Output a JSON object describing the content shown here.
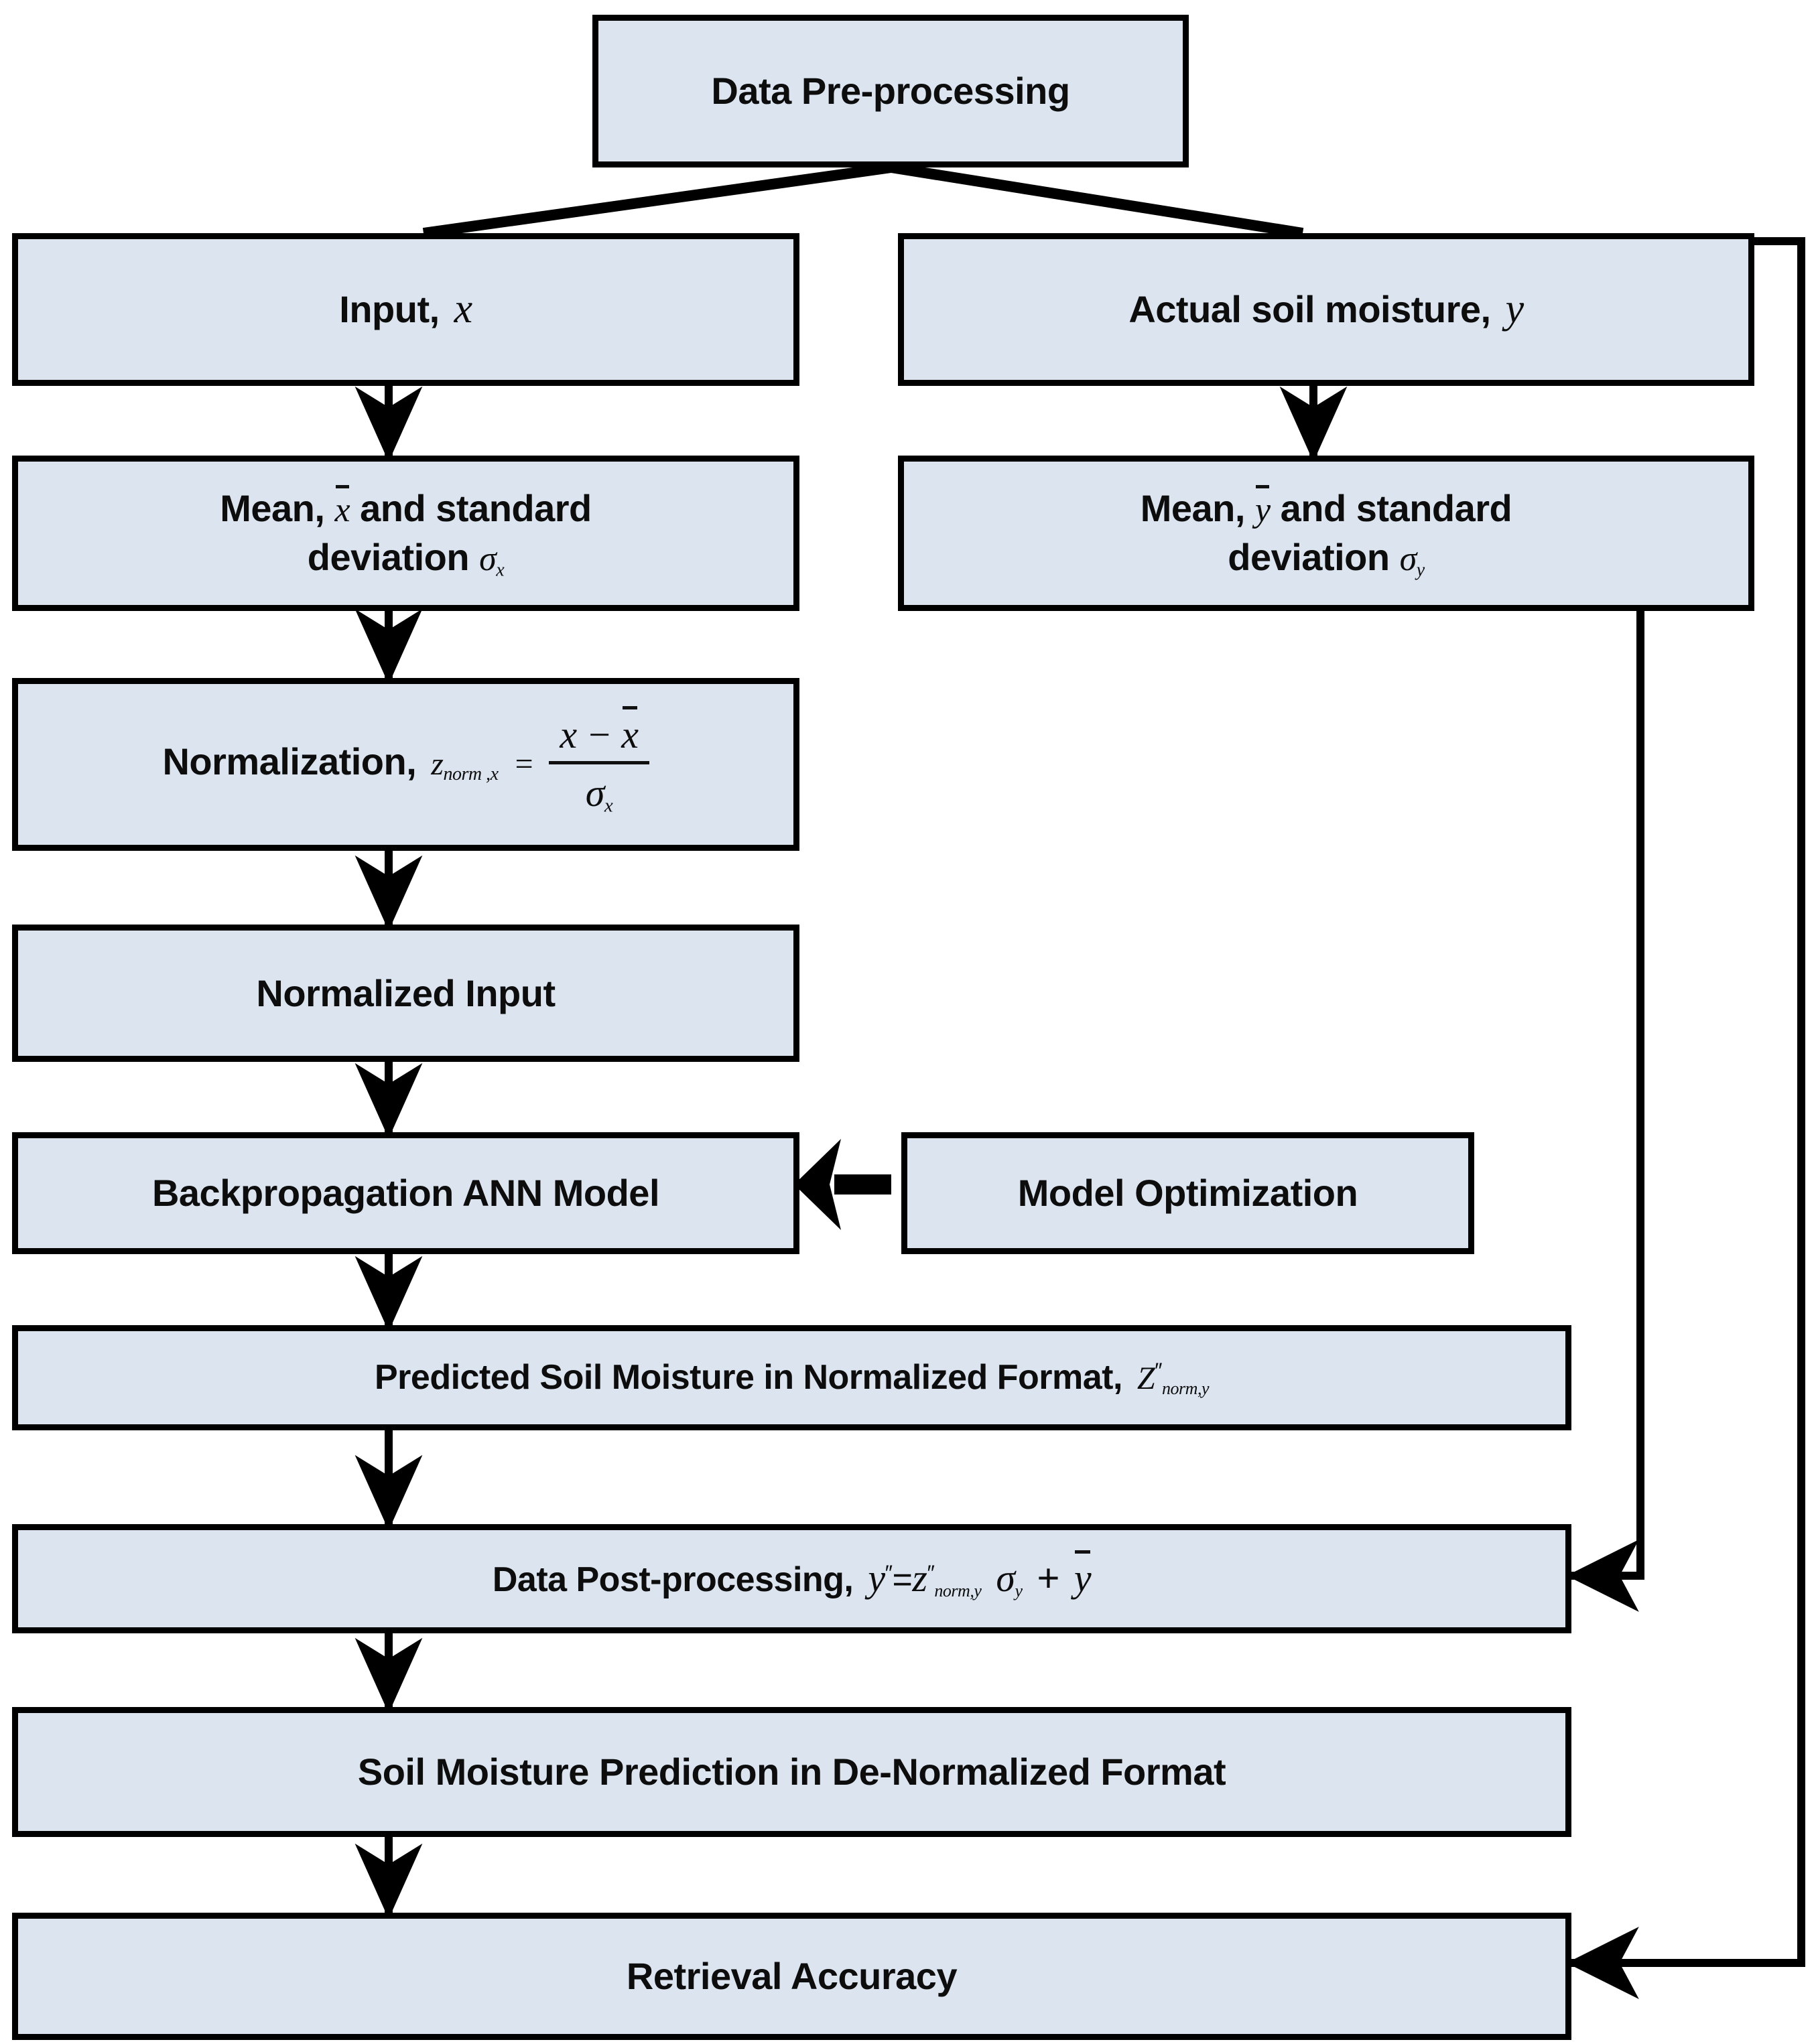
{
  "diagram": {
    "title": "ANN soil moisture retrieval flowchart",
    "palette": {
      "node_fill": "#dce4f0",
      "node_border": "#000000",
      "edge_color": "#000000",
      "text_color": "#0d0d0d",
      "background": "#ffffff"
    },
    "nodes": [
      {
        "id": "data-pre-processing",
        "label": "Data Pre-processing",
        "text": "Data Pre-processing"
      },
      {
        "id": "input-x",
        "label": "Input, x",
        "text": "Input,",
        "var": "x"
      },
      {
        "id": "actual-soil-moisture-y",
        "label": "Actual soil moisture, y",
        "text": "Actual soil moisture,",
        "var": "y"
      },
      {
        "id": "mean-std-x",
        "label": "Mean, x̄ and standard deviation σx",
        "line1_pre": "Mean,",
        "line1_var": "x",
        "line1_post": "and standard",
        "line2_pre": "deviation",
        "line2_sigma": "σ",
        "line2_sub": "x"
      },
      {
        "id": "mean-std-y",
        "label": "Mean, ȳ and standard deviation σy",
        "line1_pre": "Mean,",
        "line1_var": "y",
        "line1_post": "and standard",
        "line2_pre": "deviation",
        "line2_sigma": "σ",
        "line2_sub": "y"
      },
      {
        "id": "normalization",
        "label": "Normalization, z norm,x = (x − x̄) / σx",
        "text": "Normalization,",
        "z": "z",
        "zsub": "norm ,x",
        "eq": "=",
        "num_a": "x",
        "num_minus": "−",
        "num_b": "x",
        "den_sigma": "σ",
        "den_sub": "x"
      },
      {
        "id": "normalized-input",
        "label": "Normalized Input",
        "text": "Normalized Input"
      },
      {
        "id": "backpropagation-ann-model",
        "label": "Backpropagation ANN Model",
        "text": "Backpropagation ANN Model"
      },
      {
        "id": "model-optimization",
        "label": "Model Optimization",
        "text": "Model Optimization"
      },
      {
        "id": "predicted-soil-moisture-normalized",
        "label": "Predicted Soil Moisture in Normalized Format, Z″ norm,y",
        "text": "Predicted Soil Moisture in Normalized  Format,",
        "z": "Z",
        "zsup": "″",
        "zsub": "norm,y"
      },
      {
        "id": "data-post-processing",
        "label": "Data Post-processing, y″ = z″ norm,y σy + ȳ",
        "text": "Data Post-processing,",
        "y1": "y",
        "y1sup": "″",
        "eq": "=",
        "z": "z",
        "zsup": "″",
        "zsub": "norm,y",
        "sigma": "σ",
        "sigma_sub": "y",
        "plus": "+",
        "ybar": "y"
      },
      {
        "id": "soil-moisture-prediction-denormalized",
        "label": "Soil Moisture Prediction in De-Normalized Format",
        "text": "Soil Moisture Prediction in De-Normalized Format"
      },
      {
        "id": "retrieval-accuracy",
        "label": "Retrieval Accuracy",
        "text": "Retrieval Accuracy"
      }
    ],
    "edges": [
      {
        "id": "pre-to-input",
        "from": "data-pre-processing",
        "to": "input-x",
        "style": "diagonal"
      },
      {
        "id": "pre-to-actual",
        "from": "data-pre-processing",
        "to": "actual-soil-moisture-y",
        "style": "diagonal"
      },
      {
        "id": "input-to-mean-x",
        "from": "input-x",
        "to": "mean-std-x",
        "style": "arrow-down"
      },
      {
        "id": "actual-to-mean-y",
        "from": "actual-soil-moisture-y",
        "to": "mean-std-y",
        "style": "arrow-down"
      },
      {
        "id": "mean-x-to-normalization",
        "from": "mean-std-x",
        "to": "normalization",
        "style": "arrow-down"
      },
      {
        "id": "normalization-to-normalized-input",
        "from": "normalization",
        "to": "normalized-input",
        "style": "arrow-down"
      },
      {
        "id": "normalized-input-to-ann",
        "from": "normalized-input",
        "to": "backpropagation-ann-model",
        "style": "arrow-down"
      },
      {
        "id": "optimization-to-ann",
        "from": "model-optimization",
        "to": "backpropagation-ann-model",
        "style": "arrow-left-thick"
      },
      {
        "id": "ann-to-predicted",
        "from": "backpropagation-ann-model",
        "to": "predicted-soil-moisture-normalized",
        "style": "arrow-down"
      },
      {
        "id": "predicted-to-post",
        "from": "predicted-soil-moisture-normalized",
        "to": "data-post-processing",
        "style": "arrow-down"
      },
      {
        "id": "mean-y-to-post",
        "from": "mean-std-y",
        "to": "data-post-processing",
        "style": "elbow-right"
      },
      {
        "id": "post-to-denormalized",
        "from": "data-post-processing",
        "to": "soil-moisture-prediction-denormalized",
        "style": "arrow-down"
      },
      {
        "id": "denormalized-to-retrieval",
        "from": "soil-moisture-prediction-denormalized",
        "to": "retrieval-accuracy",
        "style": "arrow-down"
      },
      {
        "id": "actual-to-retrieval",
        "from": "actual-soil-moisture-y",
        "to": "retrieval-accuracy",
        "style": "elbow-right-outer"
      }
    ]
  }
}
